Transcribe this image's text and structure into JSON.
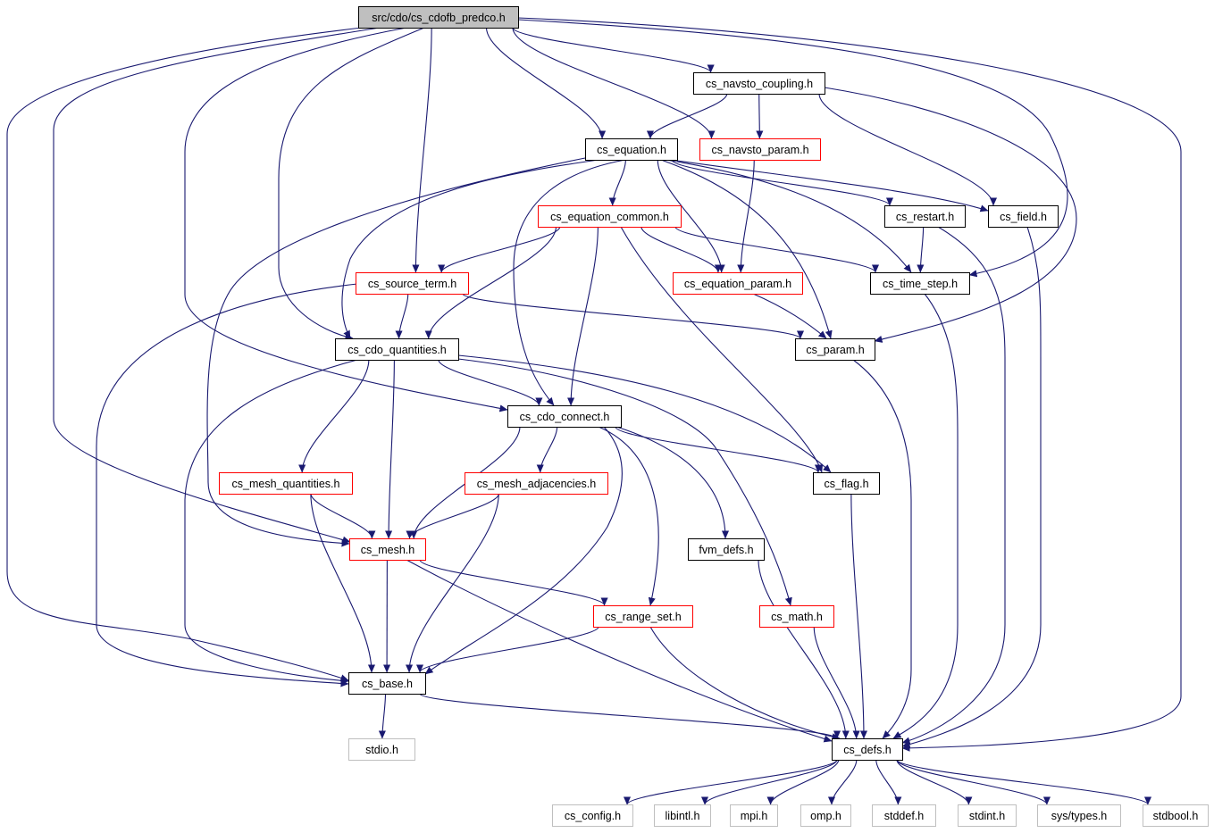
{
  "colors": {
    "edge": "#191970",
    "root_fill": "#bfbfbf",
    "root_border": "#000000",
    "documented_border": "#000000",
    "undocumented_border": "#ff0000",
    "external_border": "#bfbfbf",
    "external_text": "#000000"
  },
  "nodes": [
    {
      "id": "root",
      "label": "src/cdo/cs_cdofb_predco.h",
      "kind": "root"
    },
    {
      "id": "navsto_coupling",
      "label": "cs_navsto_coupling.h",
      "kind": "documented"
    },
    {
      "id": "equation",
      "label": "cs_equation.h",
      "kind": "documented"
    },
    {
      "id": "navsto_param",
      "label": "cs_navsto_param.h",
      "kind": "undocumented"
    },
    {
      "id": "equation_common",
      "label": "cs_equation_common.h",
      "kind": "undocumented"
    },
    {
      "id": "restart",
      "label": "cs_restart.h",
      "kind": "documented"
    },
    {
      "id": "field",
      "label": "cs_field.h",
      "kind": "documented"
    },
    {
      "id": "source_term",
      "label": "cs_source_term.h",
      "kind": "undocumented"
    },
    {
      "id": "equation_param",
      "label": "cs_equation_param.h",
      "kind": "undocumented"
    },
    {
      "id": "time_step",
      "label": "cs_time_step.h",
      "kind": "documented"
    },
    {
      "id": "cdo_quantities",
      "label": "cs_cdo_quantities.h",
      "kind": "documented"
    },
    {
      "id": "param",
      "label": "cs_param.h",
      "kind": "documented"
    },
    {
      "id": "cdo_connect",
      "label": "cs_cdo_connect.h",
      "kind": "documented"
    },
    {
      "id": "mesh_quantities",
      "label": "cs_mesh_quantities.h",
      "kind": "undocumented"
    },
    {
      "id": "mesh_adjacencies",
      "label": "cs_mesh_adjacencies.h",
      "kind": "undocumented"
    },
    {
      "id": "flag",
      "label": "cs_flag.h",
      "kind": "documented"
    },
    {
      "id": "mesh",
      "label": "cs_mesh.h",
      "kind": "undocumented"
    },
    {
      "id": "fvm_defs",
      "label": "fvm_defs.h",
      "kind": "documented"
    },
    {
      "id": "range_set",
      "label": "cs_range_set.h",
      "kind": "undocumented"
    },
    {
      "id": "math",
      "label": "cs_math.h",
      "kind": "undocumented"
    },
    {
      "id": "base",
      "label": "cs_base.h",
      "kind": "documented"
    },
    {
      "id": "stdio",
      "label": "stdio.h",
      "kind": "external"
    },
    {
      "id": "defs",
      "label": "cs_defs.h",
      "kind": "documented"
    },
    {
      "id": "config",
      "label": "cs_config.h",
      "kind": "external"
    },
    {
      "id": "libintl",
      "label": "libintl.h",
      "kind": "external"
    },
    {
      "id": "mpi",
      "label": "mpi.h",
      "kind": "external"
    },
    {
      "id": "omp",
      "label": "omp.h",
      "kind": "external"
    },
    {
      "id": "stddef",
      "label": "stddef.h",
      "kind": "external"
    },
    {
      "id": "stdint",
      "label": "stdint.h",
      "kind": "external"
    },
    {
      "id": "systypes",
      "label": "sys/types.h",
      "kind": "external"
    },
    {
      "id": "stdbool",
      "label": "stdbool.h",
      "kind": "external"
    }
  ],
  "edges": [
    [
      "root",
      "navsto_coupling"
    ],
    [
      "root",
      "equation"
    ],
    [
      "root",
      "navsto_param"
    ],
    [
      "root",
      "source_term"
    ],
    [
      "root",
      "cdo_quantities"
    ],
    [
      "root",
      "cdo_connect"
    ],
    [
      "root",
      "mesh"
    ],
    [
      "root",
      "base"
    ],
    [
      "root",
      "time_step"
    ],
    [
      "root",
      "defs"
    ],
    [
      "navsto_coupling",
      "equation"
    ],
    [
      "navsto_coupling",
      "navsto_param"
    ],
    [
      "navsto_coupling",
      "field"
    ],
    [
      "navsto_coupling",
      "param"
    ],
    [
      "equation",
      "equation_common"
    ],
    [
      "equation",
      "restart"
    ],
    [
      "equation",
      "field"
    ],
    [
      "equation",
      "equation_param"
    ],
    [
      "equation",
      "time_step"
    ],
    [
      "equation",
      "param"
    ],
    [
      "equation",
      "cdo_quantities"
    ],
    [
      "equation",
      "cdo_connect"
    ],
    [
      "equation",
      "mesh"
    ],
    [
      "navsto_param",
      "equation_param"
    ],
    [
      "equation_common",
      "source_term"
    ],
    [
      "equation_common",
      "equation_param"
    ],
    [
      "equation_common",
      "time_step"
    ],
    [
      "equation_common",
      "cdo_quantities"
    ],
    [
      "equation_common",
      "cdo_connect"
    ],
    [
      "equation_common",
      "flag"
    ],
    [
      "restart",
      "time_step"
    ],
    [
      "restart",
      "defs"
    ],
    [
      "field",
      "defs"
    ],
    [
      "source_term",
      "cdo_quantities"
    ],
    [
      "source_term",
      "param"
    ],
    [
      "source_term",
      "base"
    ],
    [
      "equation_param",
      "param"
    ],
    [
      "time_step",
      "defs"
    ],
    [
      "param",
      "defs"
    ],
    [
      "cdo_quantities",
      "cdo_connect"
    ],
    [
      "cdo_quantities",
      "mesh_quantities"
    ],
    [
      "cdo_quantities",
      "mesh"
    ],
    [
      "cdo_quantities",
      "flag"
    ],
    [
      "cdo_quantities",
      "math"
    ],
    [
      "cdo_quantities",
      "base"
    ],
    [
      "cdo_connect",
      "mesh_adjacencies"
    ],
    [
      "cdo_connect",
      "mesh"
    ],
    [
      "cdo_connect",
      "flag"
    ],
    [
      "cdo_connect",
      "fvm_defs"
    ],
    [
      "cdo_connect",
      "range_set"
    ],
    [
      "cdo_connect",
      "base"
    ],
    [
      "mesh_quantities",
      "mesh"
    ],
    [
      "mesh_quantities",
      "base"
    ],
    [
      "mesh_adjacencies",
      "mesh"
    ],
    [
      "mesh_adjacencies",
      "base"
    ],
    [
      "flag",
      "defs"
    ],
    [
      "mesh",
      "base"
    ],
    [
      "mesh",
      "range_set"
    ],
    [
      "mesh",
      "defs"
    ],
    [
      "fvm_defs",
      "defs"
    ],
    [
      "range_set",
      "base"
    ],
    [
      "range_set",
      "defs"
    ],
    [
      "math",
      "defs"
    ],
    [
      "base",
      "stdio"
    ],
    [
      "base",
      "defs"
    ],
    [
      "defs",
      "config"
    ],
    [
      "defs",
      "libintl"
    ],
    [
      "defs",
      "mpi"
    ],
    [
      "defs",
      "omp"
    ],
    [
      "defs",
      "stddef"
    ],
    [
      "defs",
      "stdint"
    ],
    [
      "defs",
      "systypes"
    ],
    [
      "defs",
      "stdbool"
    ]
  ]
}
